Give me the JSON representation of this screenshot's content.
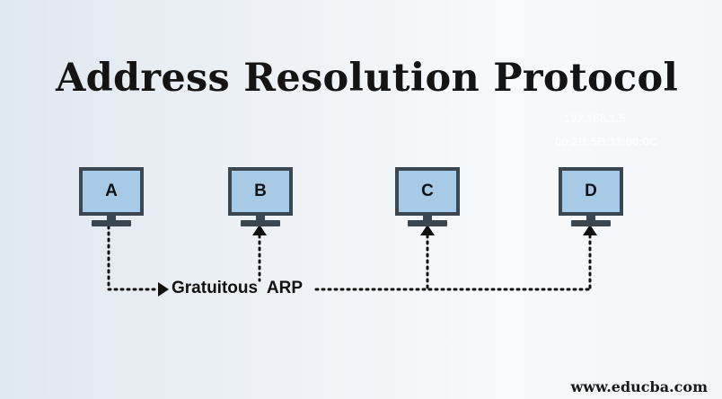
{
  "title": "Address Resolution Protocol",
  "ghost_ip": "192.168.1.5",
  "ghost_mac": "00:2B:5B:11:00:0C",
  "computers": [
    "A",
    "B",
    "C",
    "D"
  ],
  "caption": "Gratuitous  ARP",
  "brand": "www.educba.com",
  "colors": {
    "screen": "#a7cbe6",
    "monitor_frame": "#3a4750",
    "line": "#111111"
  }
}
